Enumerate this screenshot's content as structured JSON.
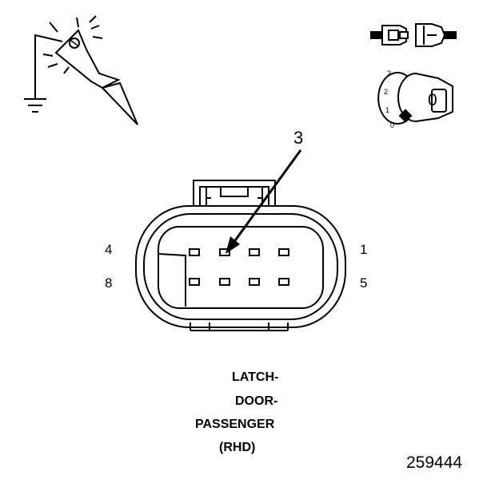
{
  "callout": {
    "number": "3"
  },
  "pin_labels": {
    "top_left": "4",
    "top_right": "1",
    "bottom_left": "8",
    "bottom_right": "5"
  },
  "ignition_switch": {
    "positions": [
      "3",
      "2",
      "1",
      "0"
    ],
    "key_label": "0"
  },
  "caption": {
    "line1": "LATCH-",
    "line2": "DOOR-",
    "line3": "PASSENGER",
    "line4": "(RHD)"
  },
  "figure_number": "259444",
  "icons": {
    "probe": "test-probe-ground-icon",
    "connector": "disconnected-connector-icon",
    "switch": "ignition-key-off-icon"
  }
}
